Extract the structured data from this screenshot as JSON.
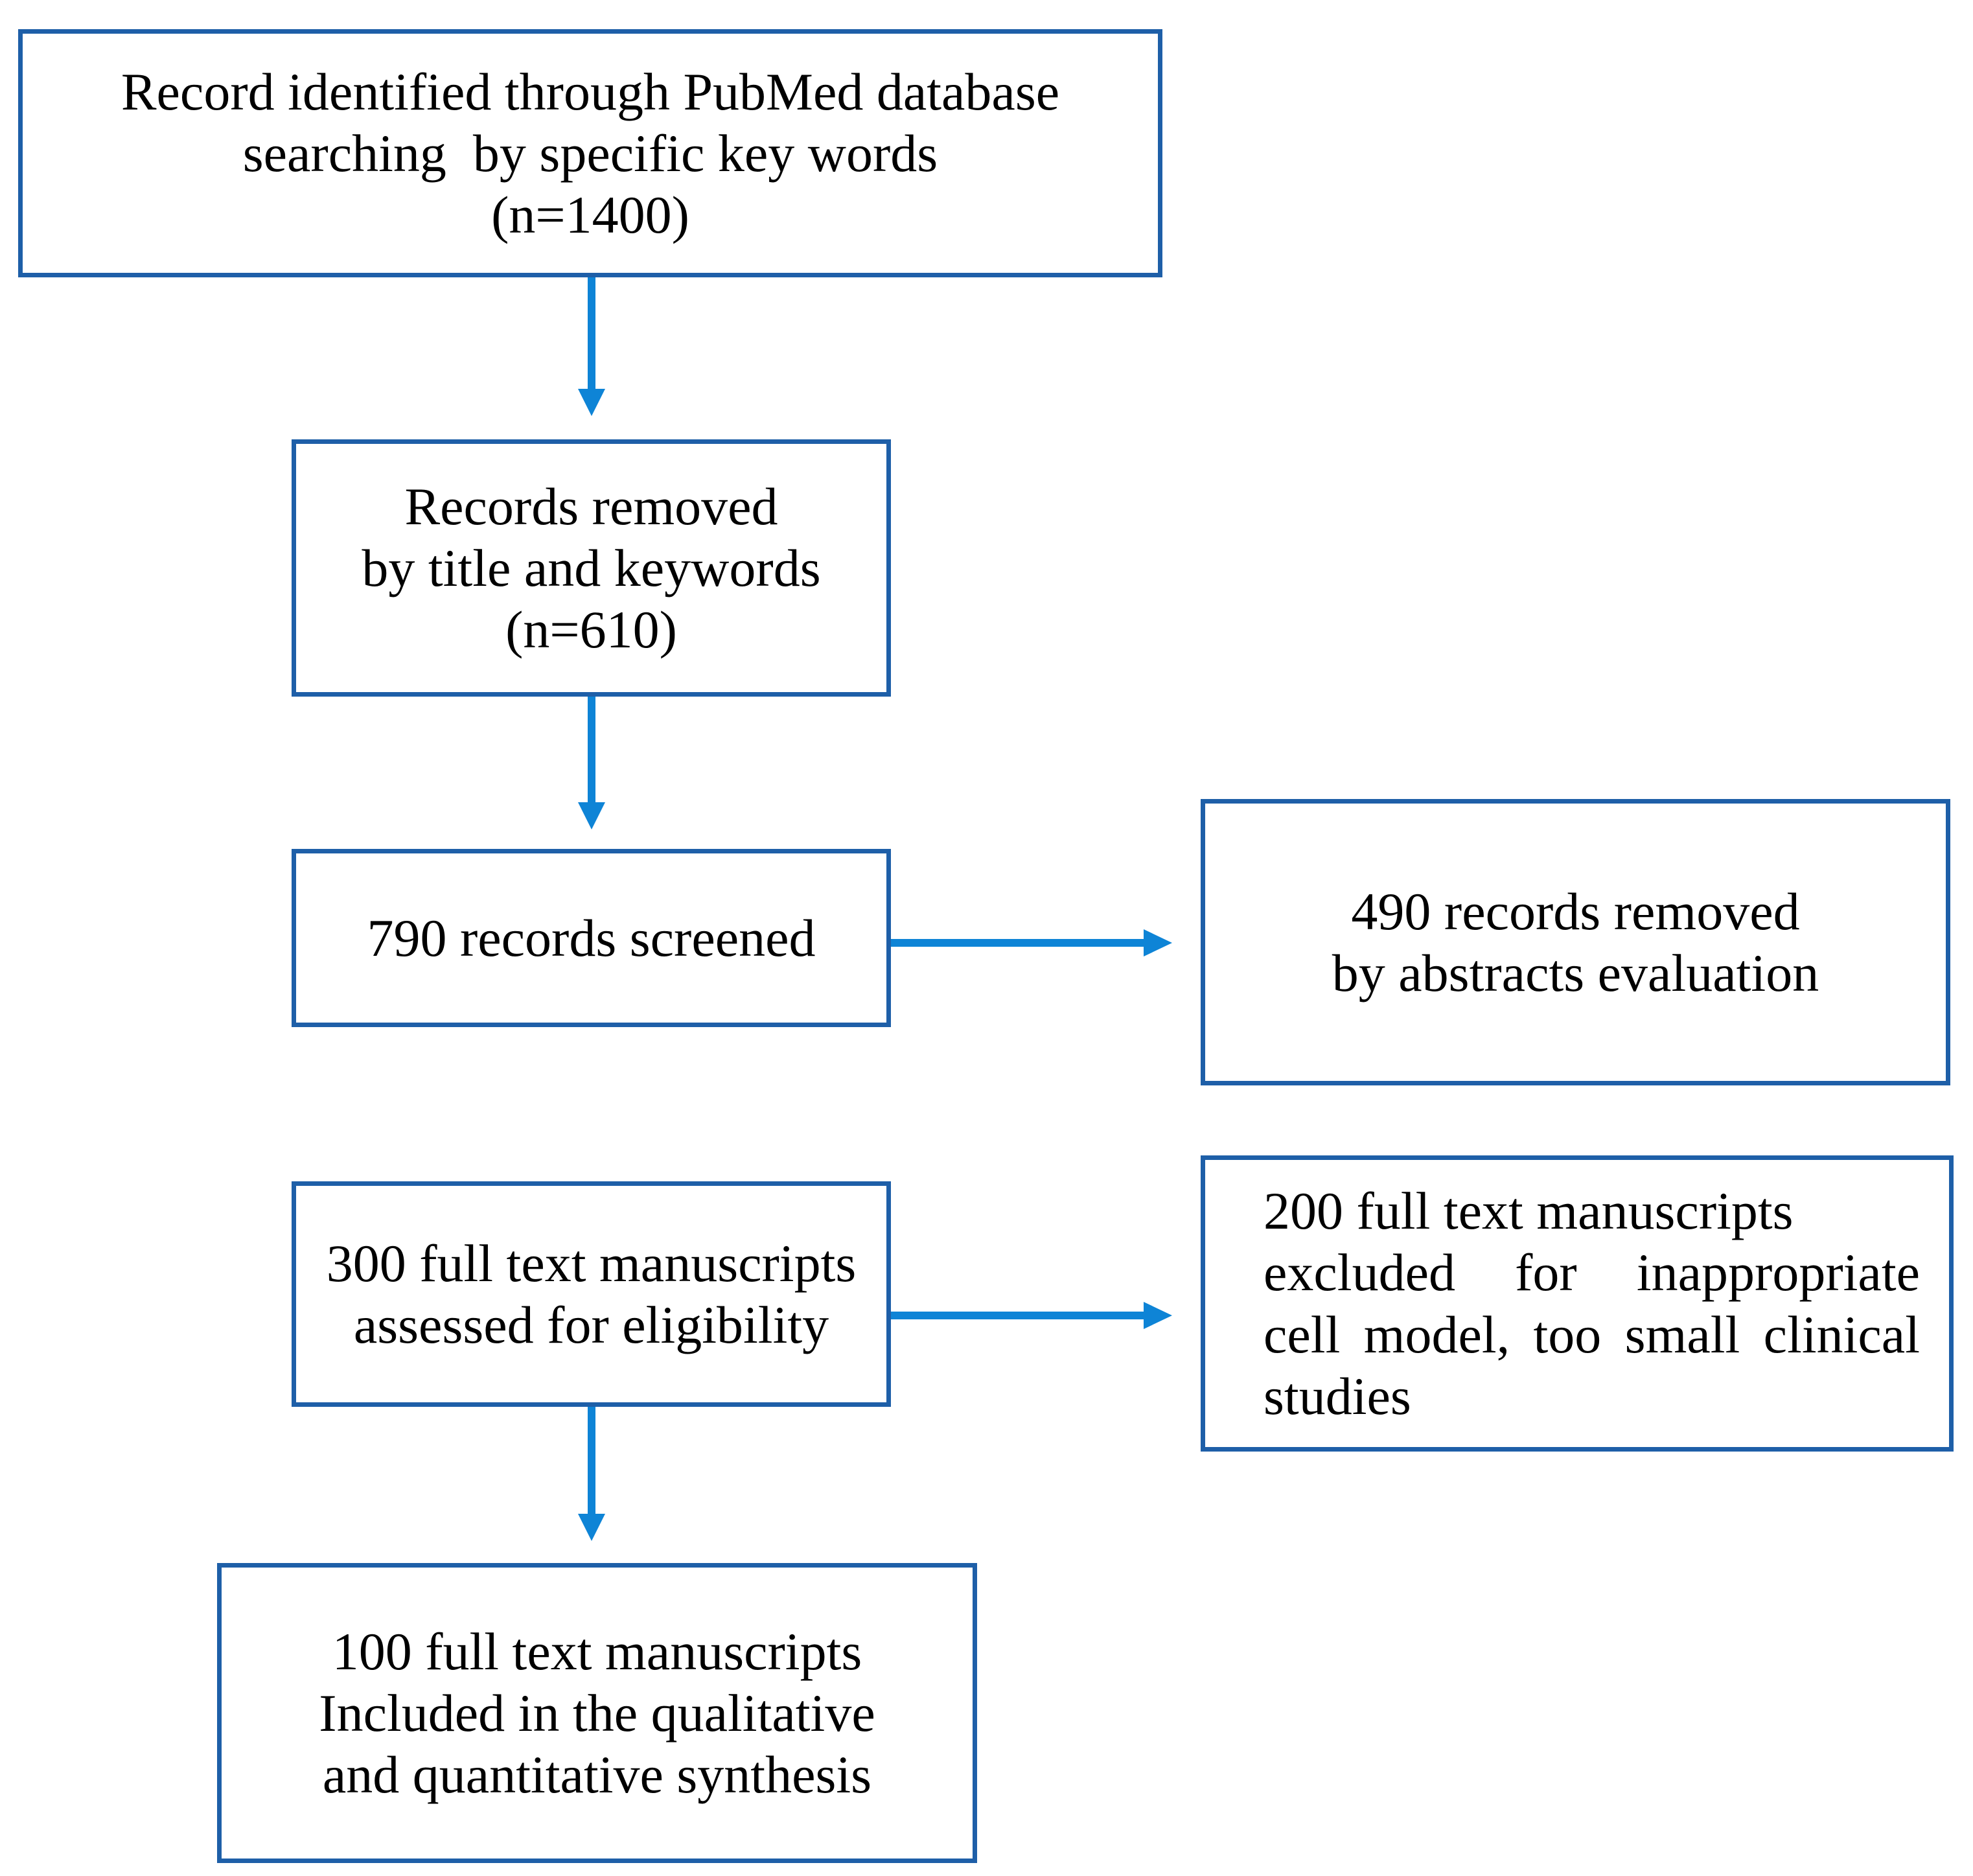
{
  "colors": {
    "box_border": "#1e5fa8",
    "arrow": "#0e84d6",
    "text": "#000000",
    "background": "#ffffff"
  },
  "boxes": {
    "identified": {
      "text": "Record identified through PubMed database\nsearching  by specific key words\n(n=1400)"
    },
    "removed_by_title": {
      "text": "Records removed\nby title and keywords\n(n=610)"
    },
    "screened": {
      "text": "790 records screened"
    },
    "removed_by_abstracts": {
      "text": "490 records removed\nby abstracts evaluation"
    },
    "assessed": {
      "text": "300 full text manuscripts\nassessed for eligibility"
    },
    "excluded": {
      "lines": [
        "200 full text manuscripts",
        "excluded for inappropriate",
        "cell model, too small clinical",
        "studies"
      ]
    },
    "included": {
      "text": "100 full text manuscripts\nIncluded in the qualitative\nand quantitative synthesis"
    }
  },
  "icons": {
    "down_arrow": "▼",
    "right_arrow": "▶"
  }
}
